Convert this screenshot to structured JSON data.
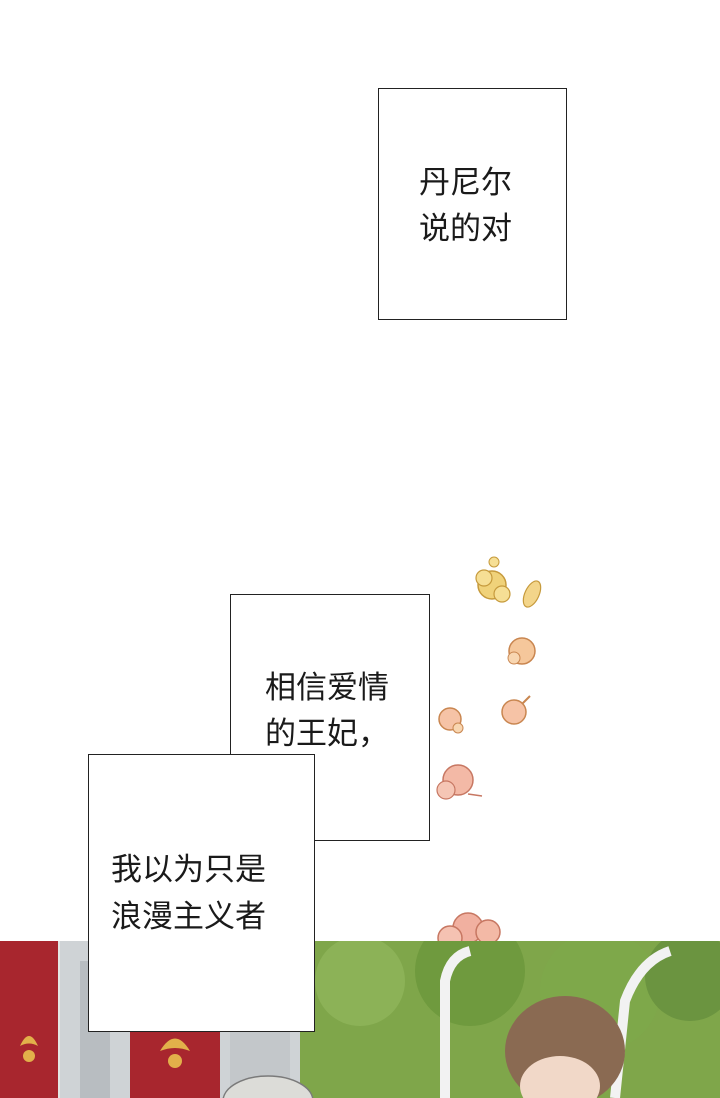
{
  "panel": {
    "caption_top": {
      "line1": "丹尼尔",
      "line2": "说的对"
    },
    "caption_mid": {
      "line1": "相信爱情",
      "line2": "的王妃，"
    },
    "caption_low": {
      "line1": "我以为只是",
      "line2": "浪漫主义者"
    }
  },
  "colors": {
    "background": "#ffffff",
    "box_border": "#222222",
    "banner_red": "#a8262e",
    "banner_gold": "#e2b04a",
    "foliage": "#6f9a3e",
    "hair": "#8a6a52",
    "flower_yellow": "#f0d27a",
    "flower_pink": "#f1b4a2"
  }
}
